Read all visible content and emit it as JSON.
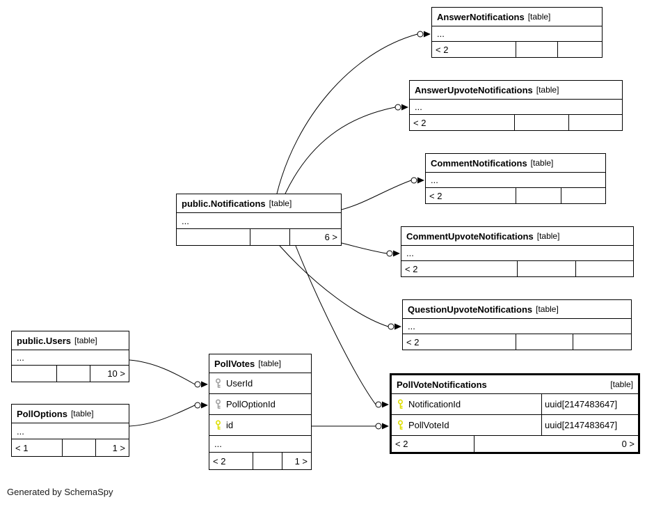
{
  "page": {
    "footer": "Generated by SchemaSpy"
  },
  "legend": {
    "primary_key_color": "#dede00",
    "foreign_key_color": "#9f9f9f",
    "line_color": "#000000"
  },
  "tables": [
    {
      "id": "answer-notifications",
      "name": "AnswerNotifications",
      "tag": "[table]",
      "highlighted": false,
      "ellipsis": "...",
      "degrees": [
        "< 2",
        "",
        ""
      ]
    },
    {
      "id": "answer-upvote-notifications",
      "name": "AnswerUpvoteNotifications",
      "tag": "[table]",
      "highlighted": false,
      "ellipsis": "...",
      "degrees": [
        "< 2",
        "",
        ""
      ]
    },
    {
      "id": "comment-notifications",
      "name": "CommentNotifications",
      "tag": "[table]",
      "highlighted": false,
      "ellipsis": "...",
      "degrees": [
        "< 2",
        "",
        ""
      ]
    },
    {
      "id": "comment-upvote-notifications",
      "name": "CommentUpvoteNotifications",
      "tag": "[table]",
      "highlighted": false,
      "ellipsis": "...",
      "degrees": [
        "< 2",
        "",
        ""
      ]
    },
    {
      "id": "question-upvote-notifications",
      "name": "QuestionUpvoteNotifications",
      "tag": "[table]",
      "highlighted": false,
      "ellipsis": "...",
      "degrees": [
        "< 2",
        "",
        ""
      ]
    },
    {
      "id": "public-notifications",
      "name": "public.Notifications",
      "tag": "[table]",
      "highlighted": false,
      "ellipsis": "...",
      "degrees": [
        "",
        "",
        "6 >"
      ]
    },
    {
      "id": "public-users",
      "name": "public.Users",
      "tag": "[table]",
      "highlighted": false,
      "ellipsis": "...",
      "degrees": [
        "",
        "",
        "10 >"
      ]
    },
    {
      "id": "poll-options",
      "name": "PollOptions",
      "tag": "[table]",
      "highlighted": false,
      "ellipsis": "...",
      "degrees": [
        "< 1",
        "",
        "1 >"
      ]
    },
    {
      "id": "poll-votes",
      "name": "PollVotes",
      "tag": "[table]",
      "highlighted": false,
      "columns": [
        {
          "name": "UserId",
          "key": "foreign",
          "type": ""
        },
        {
          "name": "PollOptionId",
          "key": "foreign",
          "type": ""
        },
        {
          "name": "id",
          "key": "primary",
          "type": ""
        }
      ],
      "ellipsis": "...",
      "degrees": [
        "< 2",
        "",
        "1 >"
      ]
    },
    {
      "id": "poll-vote-notifications",
      "name": "PollVoteNotifications",
      "tag": "[table]",
      "highlighted": true,
      "columns": [
        {
          "name": "NotificationId",
          "key": "primary",
          "type": "uuid[2147483647]"
        },
        {
          "name": "PollVoteId",
          "key": "primary",
          "type": "uuid[2147483647]"
        }
      ],
      "degrees": [
        "< 2",
        "0 >"
      ]
    }
  ],
  "relationships": [
    {
      "from": "public.Notifications",
      "to": "AnswerNotifications"
    },
    {
      "from": "public.Notifications",
      "to": "AnswerUpvoteNotifications"
    },
    {
      "from": "public.Notifications",
      "to": "CommentNotifications"
    },
    {
      "from": "public.Notifications",
      "to": "CommentUpvoteNotifications"
    },
    {
      "from": "public.Notifications",
      "to": "QuestionUpvoteNotifications"
    },
    {
      "from": "public.Notifications",
      "to": "PollVoteNotifications"
    },
    {
      "from": "public.Users",
      "to": "PollVotes"
    },
    {
      "from": "PollOptions",
      "to": "PollVotes"
    },
    {
      "from": "PollVotes",
      "to": "PollVoteNotifications"
    }
  ]
}
